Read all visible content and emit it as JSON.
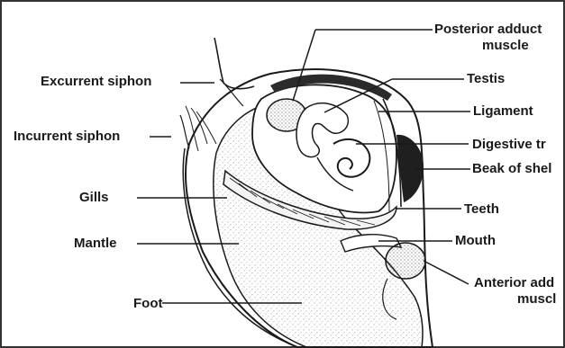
{
  "labels": {
    "excurrent_siphon": "Excurrent siphon",
    "incurrent_siphon": "Incurrent siphon",
    "gills": "Gills",
    "mantle": "Mantle",
    "foot": "Foot",
    "posterior_adductor_line1": "Posterior adduct",
    "posterior_adductor_line2": "muscle",
    "testis": "Testis",
    "ligament": "Ligament",
    "digestive_tract": "Digestive tr",
    "beak_of_shell": "Beak of shel",
    "teeth": "Teeth",
    "mouth": "Mouth",
    "anterior_adductor_line1": "Anterior add",
    "anterior_adductor_line2": "muscl"
  },
  "colors": {
    "line": "#1a1a1a",
    "background": "#ffffff",
    "stipple": "#7a7a7a",
    "dark_tissue": "#2b2b2b",
    "frame": "#333333"
  }
}
